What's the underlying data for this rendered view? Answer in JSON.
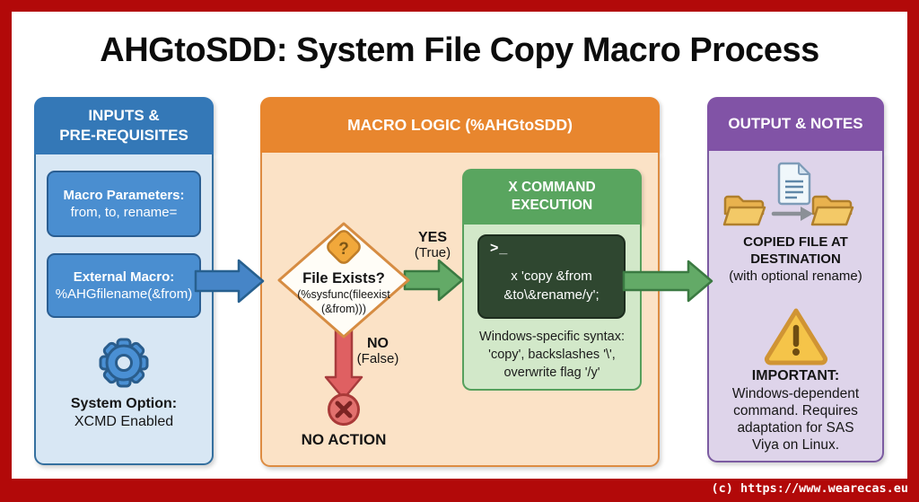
{
  "page": {
    "title": "AHGtoSDD: System File Copy Macro Process",
    "copyright": "(c) https://www.wearecas.eu"
  },
  "inputs_column": {
    "header_line1": "INPUTS &",
    "header_line2": "PRE-REQUISITES",
    "params_box": {
      "line1": "Macro Parameters:",
      "line2": "from, to, rename="
    },
    "macro_box": {
      "line1": "External Macro:",
      "line2": "%AHGfilename(&from)"
    },
    "system_option_label": "System Option:",
    "system_option_value": "XCMD Enabled"
  },
  "logic_column": {
    "header": "MACRO LOGIC (%AHGtoSDD)",
    "decision": {
      "badge": "?",
      "question": "File Exists?",
      "code_line1": "(%sysfunc(fileexist",
      "code_line2": "(&from)))"
    },
    "yes_label": "YES",
    "yes_sublabel": "(True)",
    "no_label": "NO",
    "no_sublabel": "(False)",
    "no_action_label": "NO ACTION",
    "exec_box": {
      "header_line1": "X COMMAND",
      "header_line2": "EXECUTION",
      "terminal_prompt": ">_",
      "code_line1": "x 'copy &from",
      "code_line2": "&to\\&rename/y';",
      "notes": [
        "Windows-specific syntax:",
        "'copy', backslashes '\\',",
        "overwrite flag '/y'"
      ]
    }
  },
  "output_column": {
    "header": "OUTPUT & NOTES",
    "result_line1": "COPIED FILE AT",
    "result_line2": "DESTINATION",
    "result_line3": "(with optional rename)",
    "important_label": "IMPORTANT:",
    "important_lines": [
      "Windows-dependent",
      "command. Requires",
      "adaptation for SAS",
      "Viya on Linux."
    ]
  },
  "colors": {
    "frame": "#b20909",
    "inputs_header": "#3478b7",
    "inputs_body": "#d8e7f4",
    "inputs_box": "#4a8ed0",
    "logic_header": "#e8862e",
    "logic_body": "#fbe2c6",
    "exec_header": "#59a55f",
    "exec_body": "#d2e8c9",
    "terminal": "#2f4730",
    "output_header": "#8153a6",
    "output_body": "#ded4ea",
    "arrow_blue": "#4685c7",
    "arrow_green": "#63aa67",
    "arrow_red": "#df6062",
    "warning_yellow": "#f5c449"
  },
  "icons": {
    "question_badge": "?",
    "gear": "system-settings-gear",
    "terminal": "command-prompt",
    "document": "copied-file-document",
    "folders": "source-and-destination-folders",
    "transfer_arrow": "right-arrow",
    "no_action": "cancel-x-circle",
    "warning": "warning-triangle"
  }
}
